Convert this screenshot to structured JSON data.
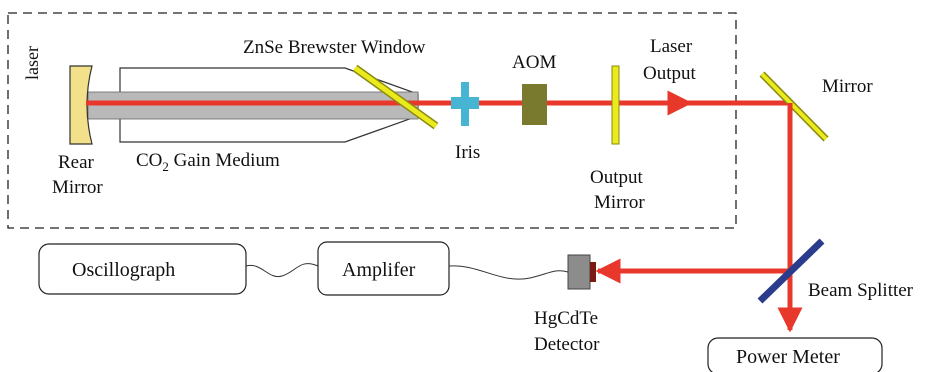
{
  "labels": {
    "laser": "laser",
    "brewster_window": "ZnSe Brewster Window",
    "aom": "AOM",
    "laser_output_line1": "Laser",
    "laser_output_line2": "Output",
    "mirror": "Mirror",
    "rear_mirror_line1": "Rear",
    "rear_mirror_line2": "Mirror",
    "gain_medium_prefix": "CO",
    "gain_medium_subscript": "2",
    "gain_medium_suffix": " Gain Medium",
    "iris": "Iris",
    "output_mirror_line1": "Output",
    "output_mirror_line2": "Mirror",
    "oscillograph": "Oscillograph",
    "amplifier": "Amplifer",
    "beam_splitter": "Beam Splitter",
    "detector_line1": "HgCdTe",
    "detector_line2": "Detector",
    "power_meter": "Power Meter"
  },
  "colors": {
    "beam": "#e8382c",
    "mirror_fill": "#eaea1c",
    "mirror_stroke": "#8a8a10",
    "iris": "#46b4d2",
    "aom": "#7a7a2e",
    "beam_splitter": "#2c3c8c",
    "gain_tube": "#b9b9b9",
    "rear_mirror_fill": "#f2e08a",
    "detector_body": "#8c8c8c",
    "detector_cap": "#7a1a12",
    "outline": "#222222"
  }
}
